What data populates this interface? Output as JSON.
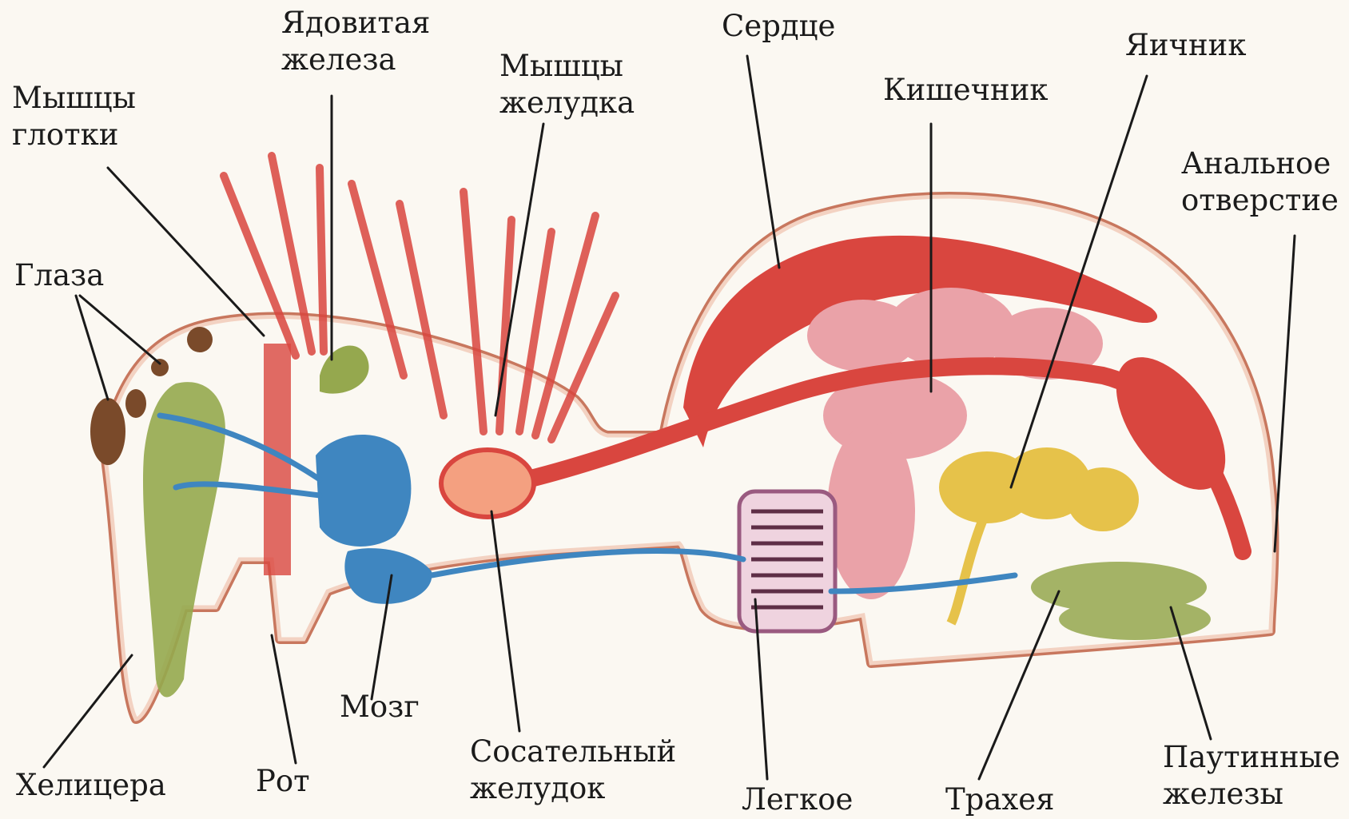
{
  "labels": {
    "poison_gland": [
      "Ядовитая",
      "железа"
    ],
    "heart": "Сердце",
    "ovary": "Яичник",
    "pharynx_muscles": [
      "Мышцы",
      "глотки"
    ],
    "stomach_muscles": [
      "Мышцы",
      "желудка"
    ],
    "intestine": "Кишечник",
    "anus": [
      "Анальное",
      "отверстие"
    ],
    "eyes": "Глаза",
    "brain": "Мозг",
    "sucking_stomach": [
      "Сосательный",
      "желудок"
    ],
    "chelicera": "Хелицера",
    "mouth": "Рот",
    "lung": "Легкое",
    "trachea": "Трахея",
    "spinning_glands": [
      "Паутинные",
      "железы"
    ]
  },
  "colors": {
    "background": "#fbf8f2",
    "muscle_red": "#d9463f",
    "nerve_blue": "#3f86c0",
    "gland_green": "#95a84e",
    "intestine_pink": "#eaa2a8",
    "ovary_yellow": "#e6c24a",
    "body_outline": "#c8775e",
    "eye_brown": "#7a4a2a"
  }
}
